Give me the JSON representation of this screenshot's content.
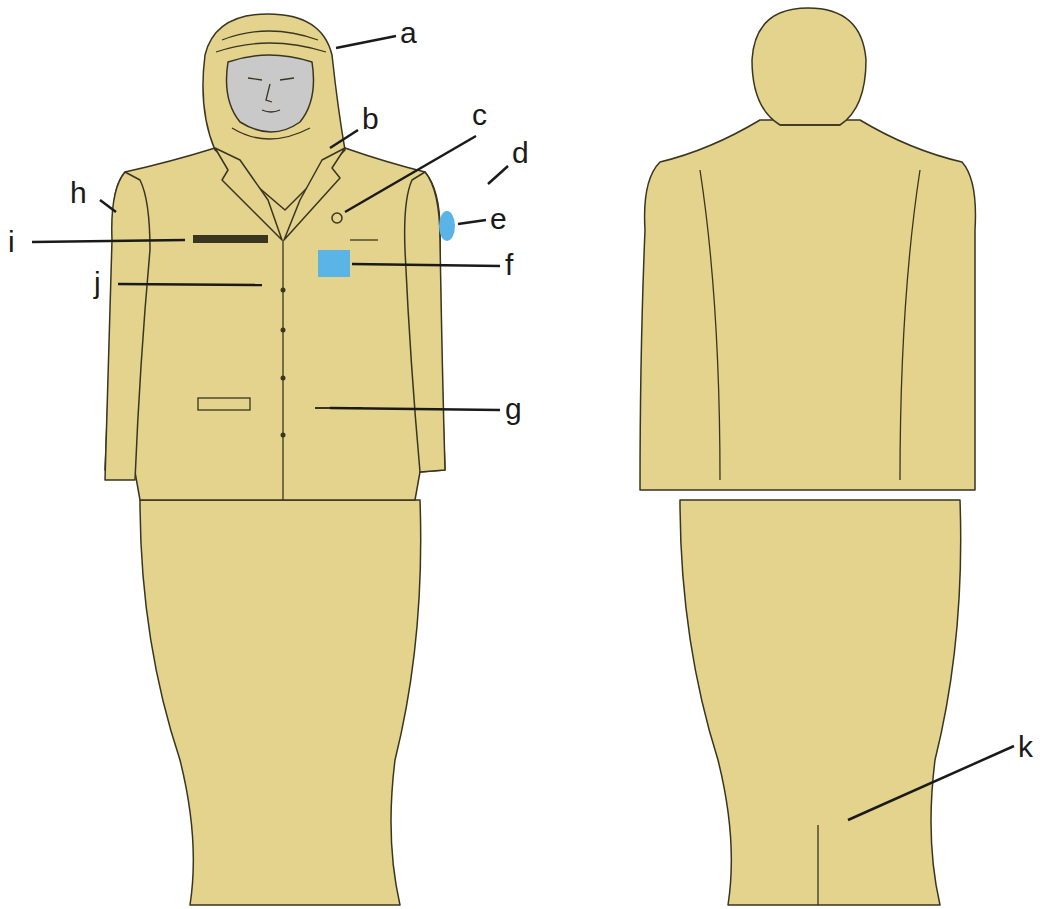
{
  "diagram": {
    "labels": [
      "a",
      "b",
      "c",
      "d",
      "h",
      "e",
      "i",
      "f",
      "j",
      "g",
      "k"
    ]
  }
}
